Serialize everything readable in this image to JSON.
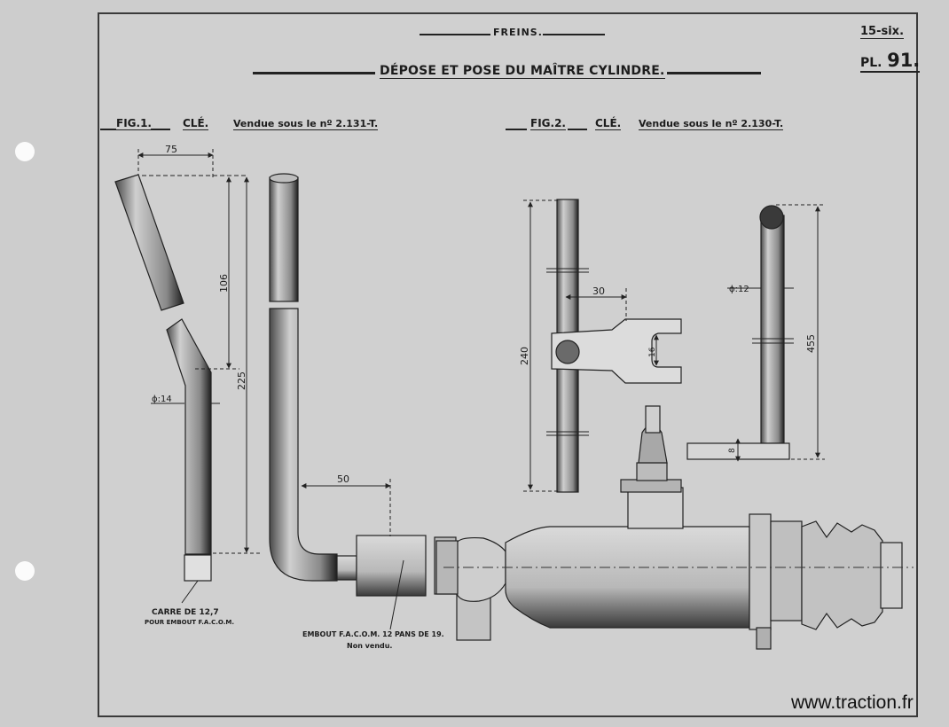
{
  "header": {
    "section": "FREINS.",
    "title": "DÉPOSE ET POSE DU MAÎTRE CYLINDRE.",
    "ref_model": "15-six.",
    "plate_prefix": "PL.",
    "plate_number": "91."
  },
  "fig1": {
    "label": "FIG.1.",
    "tool": "CLÉ.",
    "sold": "Vendue sous le nº 2.131-T.",
    "dim_width": "75",
    "dim_upper": "106",
    "dim_total": "225",
    "dim_diameter": "ϕ:14",
    "dim_offset": "50",
    "note_square": "CARRE DE 12,7",
    "note_square_sub": "POUR EMBOUT F.A.C.O.M.",
    "note_tip": "EMBOUT F.A.C.O.M. 12 PANS DE 19.",
    "note_tip_sub": "Non vendu."
  },
  "fig2": {
    "label": "FIG.2.",
    "tool": "CLÉ.",
    "sold": "Vendue sous le nº 2.130-T.",
    "dim_height": "240",
    "dim_arm": "30",
    "dim_jaw": "16",
    "dim_diameter": "ϕ:12",
    "dim_bar": "455",
    "dim_base": "8"
  },
  "watermark": "www.traction.fr"
}
